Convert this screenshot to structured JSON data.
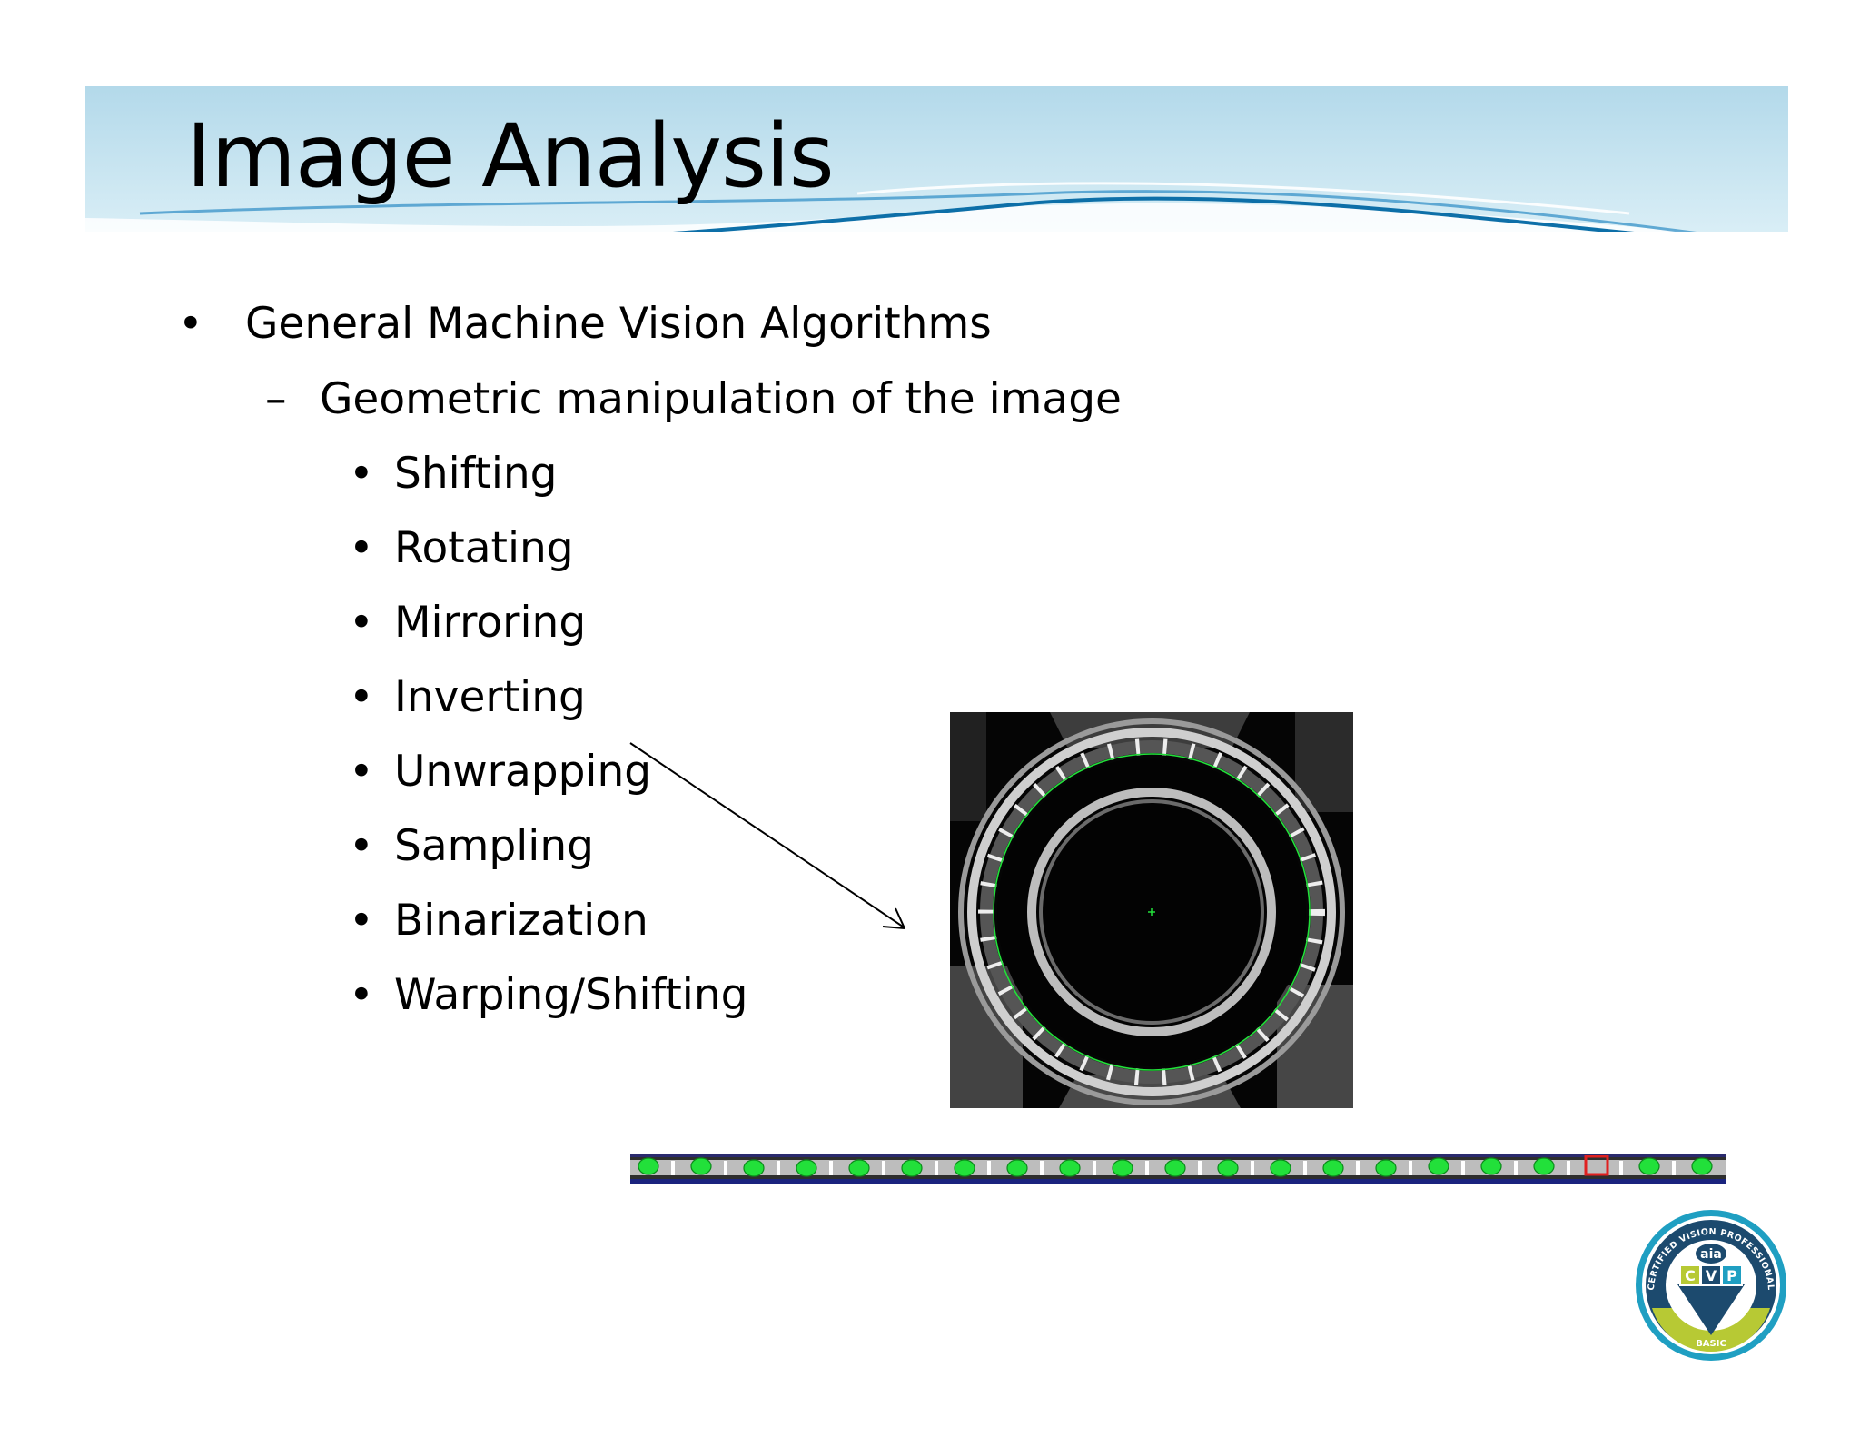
{
  "slide": {
    "title": "Image Analysis",
    "level1": {
      "bullet": "•",
      "text": "General Machine Vision Algorithms"
    },
    "level2": {
      "bullet": "–",
      "text": "Geometric manipulation of the image"
    },
    "level3": [
      {
        "bullet": "•",
        "text": "Shifting"
      },
      {
        "bullet": "•",
        "text": "Rotating"
      },
      {
        "bullet": "•",
        "text": "Mirroring"
      },
      {
        "bullet": "•",
        "text": "Inverting"
      },
      {
        "bullet": "•",
        "text": "Unwrapping"
      },
      {
        "bullet": "•",
        "text": "Sampling"
      },
      {
        "bullet": "•",
        "text": "Binarization"
      },
      {
        "bullet": "•",
        "text": "Warping/Shifting"
      }
    ]
  },
  "badge": {
    "ring_text_top": "CERTIFIED VISION PROFESSIONAL",
    "ring_text_bottom": "BASIC",
    "brand": "aia",
    "letters": [
      "C",
      "V",
      "P"
    ]
  },
  "colors": {
    "banner_light": "#d6ecf5",
    "banner_mid": "#b4dbeb",
    "wave_dark": "#0d6fa8",
    "detection_green": "#22e03a",
    "defect_red": "#e02020",
    "strip_border": "#1a237e",
    "badge_navy": "#1c4a6e",
    "badge_teal": "#1f9fc2",
    "badge_lime": "#b7c934"
  }
}
